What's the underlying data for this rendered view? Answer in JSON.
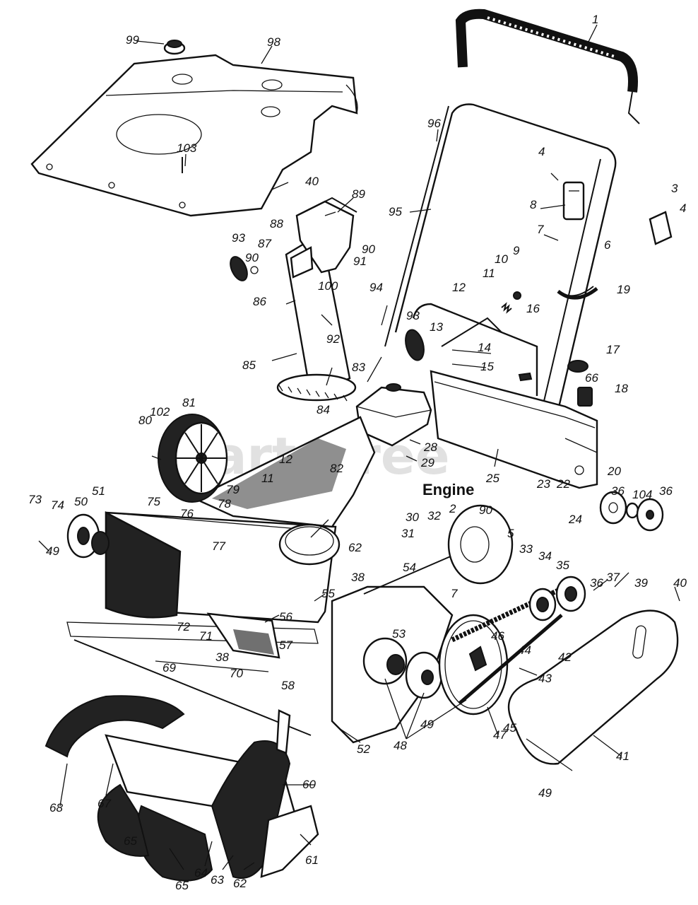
{
  "diagram": {
    "engine_label": "Engine",
    "watermark": "PartsTree",
    "callouts": [
      {
        "id": "c1",
        "text": "1"
      },
      {
        "id": "c2",
        "text": "2"
      },
      {
        "id": "c3",
        "text": "3"
      },
      {
        "id": "c4a",
        "text": "4"
      },
      {
        "id": "c4b",
        "text": "4"
      },
      {
        "id": "c5",
        "text": "5"
      },
      {
        "id": "c6",
        "text": "6"
      },
      {
        "id": "c7a",
        "text": "7"
      },
      {
        "id": "c7b",
        "text": "7"
      },
      {
        "id": "c8",
        "text": "8"
      },
      {
        "id": "c9",
        "text": "9"
      },
      {
        "id": "c10",
        "text": "10"
      },
      {
        "id": "c11a",
        "text": "11"
      },
      {
        "id": "c11b",
        "text": "11"
      },
      {
        "id": "c12a",
        "text": "12"
      },
      {
        "id": "c12b",
        "text": "12"
      },
      {
        "id": "c13",
        "text": "13"
      },
      {
        "id": "c14",
        "text": "14"
      },
      {
        "id": "c15",
        "text": "15"
      },
      {
        "id": "c16",
        "text": "16"
      },
      {
        "id": "c17",
        "text": "17"
      },
      {
        "id": "c18",
        "text": "18"
      },
      {
        "id": "c19",
        "text": "19"
      },
      {
        "id": "c20",
        "text": "20"
      },
      {
        "id": "c22",
        "text": "22"
      },
      {
        "id": "c23",
        "text": "23"
      },
      {
        "id": "c24",
        "text": "24"
      },
      {
        "id": "c25",
        "text": "25"
      },
      {
        "id": "c28",
        "text": "28"
      },
      {
        "id": "c29",
        "text": "29"
      },
      {
        "id": "c30",
        "text": "30"
      },
      {
        "id": "c31",
        "text": "31"
      },
      {
        "id": "c32",
        "text": "32"
      },
      {
        "id": "c33",
        "text": "33"
      },
      {
        "id": "c34",
        "text": "34"
      },
      {
        "id": "c35",
        "text": "35"
      },
      {
        "id": "c36a",
        "text": "36"
      },
      {
        "id": "c36b",
        "text": "36"
      },
      {
        "id": "c36c",
        "text": "36"
      },
      {
        "id": "c37",
        "text": "37"
      },
      {
        "id": "c38a",
        "text": "38"
      },
      {
        "id": "c38b",
        "text": "38"
      },
      {
        "id": "c39",
        "text": "39"
      },
      {
        "id": "c40a",
        "text": "40"
      },
      {
        "id": "c40b",
        "text": "40"
      },
      {
        "id": "c41",
        "text": "41"
      },
      {
        "id": "c42",
        "text": "42"
      },
      {
        "id": "c43",
        "text": "43"
      },
      {
        "id": "c44",
        "text": "44"
      },
      {
        "id": "c45",
        "text": "45"
      },
      {
        "id": "c46",
        "text": "46"
      },
      {
        "id": "c47",
        "text": "47"
      },
      {
        "id": "c48",
        "text": "48"
      },
      {
        "id": "c49a",
        "text": "49"
      },
      {
        "id": "c49b",
        "text": "49"
      },
      {
        "id": "c49c",
        "text": "49"
      },
      {
        "id": "c50",
        "text": "50"
      },
      {
        "id": "c51",
        "text": "51"
      },
      {
        "id": "c52",
        "text": "52"
      },
      {
        "id": "c53",
        "text": "53"
      },
      {
        "id": "c54",
        "text": "54"
      },
      {
        "id": "c55",
        "text": "55"
      },
      {
        "id": "c56",
        "text": "56"
      },
      {
        "id": "c57",
        "text": "57"
      },
      {
        "id": "c58",
        "text": "58"
      },
      {
        "id": "c60",
        "text": "60"
      },
      {
        "id": "c61",
        "text": "61"
      },
      {
        "id": "c62a",
        "text": "62"
      },
      {
        "id": "c62b",
        "text": "62"
      },
      {
        "id": "c63",
        "text": "63"
      },
      {
        "id": "c64",
        "text": "64"
      },
      {
        "id": "c65a",
        "text": "65"
      },
      {
        "id": "c65b",
        "text": "65"
      },
      {
        "id": "c66",
        "text": "66"
      },
      {
        "id": "c67",
        "text": "67"
      },
      {
        "id": "c68",
        "text": "68"
      },
      {
        "id": "c69",
        "text": "69"
      },
      {
        "id": "c70",
        "text": "70"
      },
      {
        "id": "c71",
        "text": "71"
      },
      {
        "id": "c72",
        "text": "72"
      },
      {
        "id": "c73",
        "text": "73"
      },
      {
        "id": "c74",
        "text": "74"
      },
      {
        "id": "c75",
        "text": "75"
      },
      {
        "id": "c76",
        "text": "76"
      },
      {
        "id": "c77",
        "text": "77"
      },
      {
        "id": "c78",
        "text": "78"
      },
      {
        "id": "c79",
        "text": "79"
      },
      {
        "id": "c80",
        "text": "80"
      },
      {
        "id": "c81",
        "text": "81"
      },
      {
        "id": "c82",
        "text": "82"
      },
      {
        "id": "c83",
        "text": "83"
      },
      {
        "id": "c84",
        "text": "84"
      },
      {
        "id": "c85",
        "text": "85"
      },
      {
        "id": "c86",
        "text": "86"
      },
      {
        "id": "c87",
        "text": "87"
      },
      {
        "id": "c88",
        "text": "88"
      },
      {
        "id": "c89",
        "text": "89"
      },
      {
        "id": "c90a",
        "text": "90"
      },
      {
        "id": "c90b",
        "text": "90"
      },
      {
        "id": "c90c",
        "text": "90"
      },
      {
        "id": "c91",
        "text": "91"
      },
      {
        "id": "c92",
        "text": "92"
      },
      {
        "id": "c93a",
        "text": "93"
      },
      {
        "id": "c93b",
        "text": "93"
      },
      {
        "id": "c94",
        "text": "94"
      },
      {
        "id": "c95",
        "text": "95"
      },
      {
        "id": "c96",
        "text": "96"
      },
      {
        "id": "c98",
        "text": "98"
      },
      {
        "id": "c99",
        "text": "99"
      },
      {
        "id": "c100",
        "text": "100"
      },
      {
        "id": "c102",
        "text": "102"
      },
      {
        "id": "c103",
        "text": "103"
      },
      {
        "id": "c104",
        "text": "104"
      }
    ]
  }
}
